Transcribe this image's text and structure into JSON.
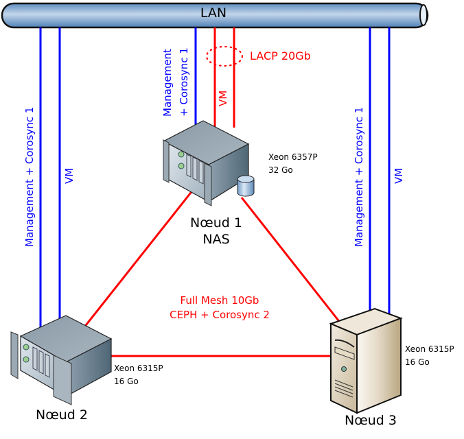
{
  "diagram": {
    "lan": {
      "label": "LAN",
      "color": "#6d9bc9"
    },
    "colors": {
      "management": "#0000ff",
      "vm_blue": "#0000ff",
      "vm_red": "#ff0000",
      "mesh": "#ff0000"
    },
    "links": {
      "node2_management": "Management + Corosync 1",
      "node2_vm": "VM",
      "node1_management_line1": "Management",
      "node1_management_line2": "+ Corosync 1",
      "node1_vm": "VM",
      "node1_lacp": "LACP 20Gb",
      "node3_management": "Management + Corosync 1",
      "node3_vm": "VM"
    },
    "mesh": {
      "line1": "Full Mesh 10Gb",
      "line2": "CEPH + Corosync 2"
    },
    "nodes": [
      {
        "name": "Nœud 1",
        "role": "NAS",
        "cpu": "Xeon 6357P",
        "ram": "32 Go",
        "icon": "rack-server-with-storage-icon"
      },
      {
        "name": "Nœud 2",
        "role": "",
        "cpu": "Xeon 6315P",
        "ram": "16 Go",
        "icon": "rack-server-icon"
      },
      {
        "name": "Nœud 3",
        "role": "",
        "cpu": "Xeon 6315P",
        "ram": "16 Go",
        "icon": "tower-server-icon"
      }
    ]
  }
}
